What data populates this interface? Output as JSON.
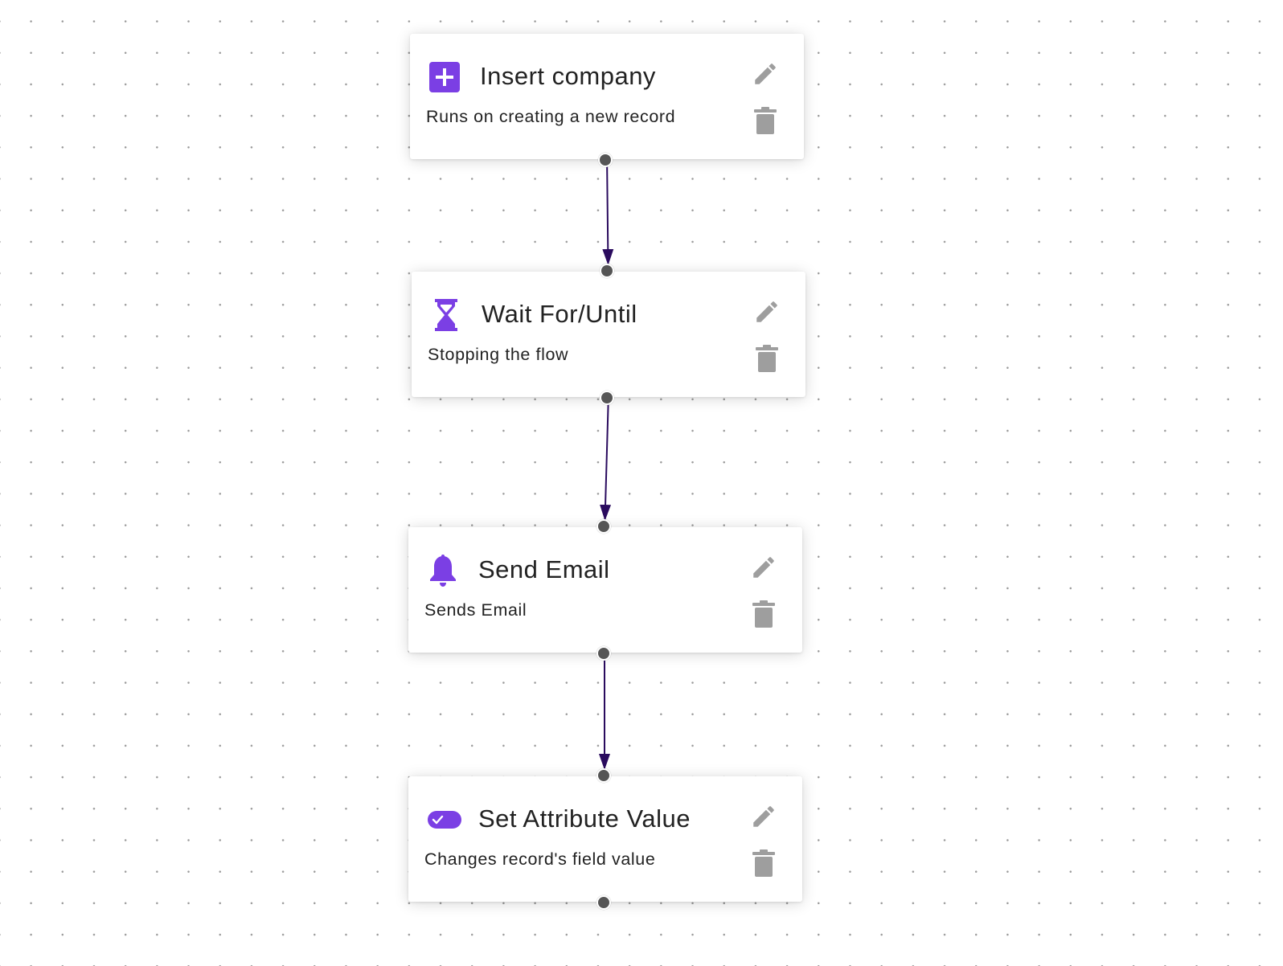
{
  "colors": {
    "accent": "#7b3fe4",
    "edge": "#2a0b5e",
    "handle": "#555555",
    "action_icon": "#9e9e9e",
    "text": "#222222",
    "background_dot": "#9a9a9a"
  },
  "flow": {
    "nodes": [
      {
        "id": "insert-company",
        "icon": "plus-square-icon",
        "title": "Insert company",
        "description": "Runs on creating a new record"
      },
      {
        "id": "wait-for-until",
        "icon": "hourglass-icon",
        "title": "Wait For/Until",
        "description": "Stopping the flow"
      },
      {
        "id": "send-email",
        "icon": "bell-icon",
        "title": "Send Email",
        "description": "Sends Email"
      },
      {
        "id": "set-attribute-value",
        "icon": "toggle-check-icon",
        "title": "Set Attribute Value",
        "description": "Changes record's field value"
      }
    ],
    "edges": [
      {
        "from": "insert-company",
        "to": "wait-for-until"
      },
      {
        "from": "wait-for-until",
        "to": "send-email"
      },
      {
        "from": "send-email",
        "to": "set-attribute-value"
      }
    ]
  }
}
